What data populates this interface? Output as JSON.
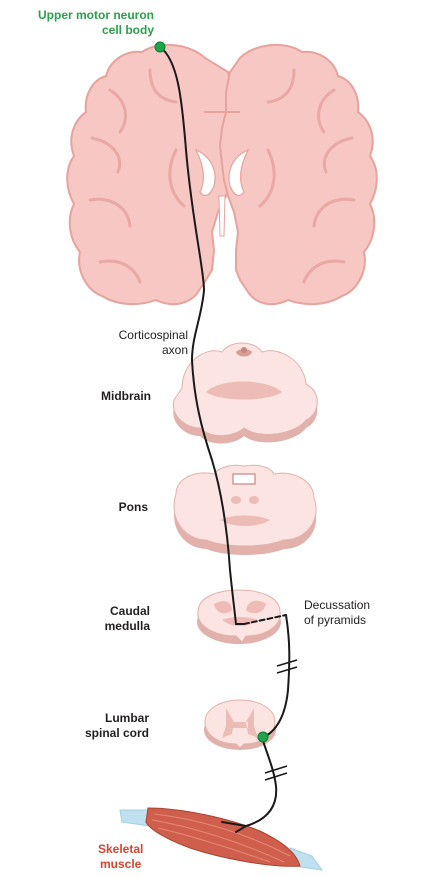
{
  "labels": {
    "upper_motor_neuron": [
      "Upper motor neuron",
      "cell body"
    ],
    "corticospinal_axon": [
      "Corticospinal",
      "axon"
    ],
    "midbrain": "Midbrain",
    "pons": "Pons",
    "caudal_medulla": [
      "Caudal",
      "medulla"
    ],
    "decussation": [
      "Decussation",
      "of pyramids"
    ],
    "lumbar_spinal_cord": [
      "Lumbar",
      "spinal cord"
    ],
    "skeletal_muscle": [
      "Skeletal",
      "muscle"
    ]
  },
  "colors": {
    "tissue_fill": "#f6c7c3",
    "tissue_edge": "#e7a39d",
    "cross_section_top": "#fbe4e1",
    "cross_section_side": "#e2b1ab",
    "gray_matter": "#eebcb6",
    "neuron_green": "#1fa64a",
    "axon": "#1a1a1a",
    "muscle": "#cf5f4c",
    "tendon": "#bfe0ee",
    "label_green": "#2aa14a",
    "label_red": "#d9442f"
  }
}
